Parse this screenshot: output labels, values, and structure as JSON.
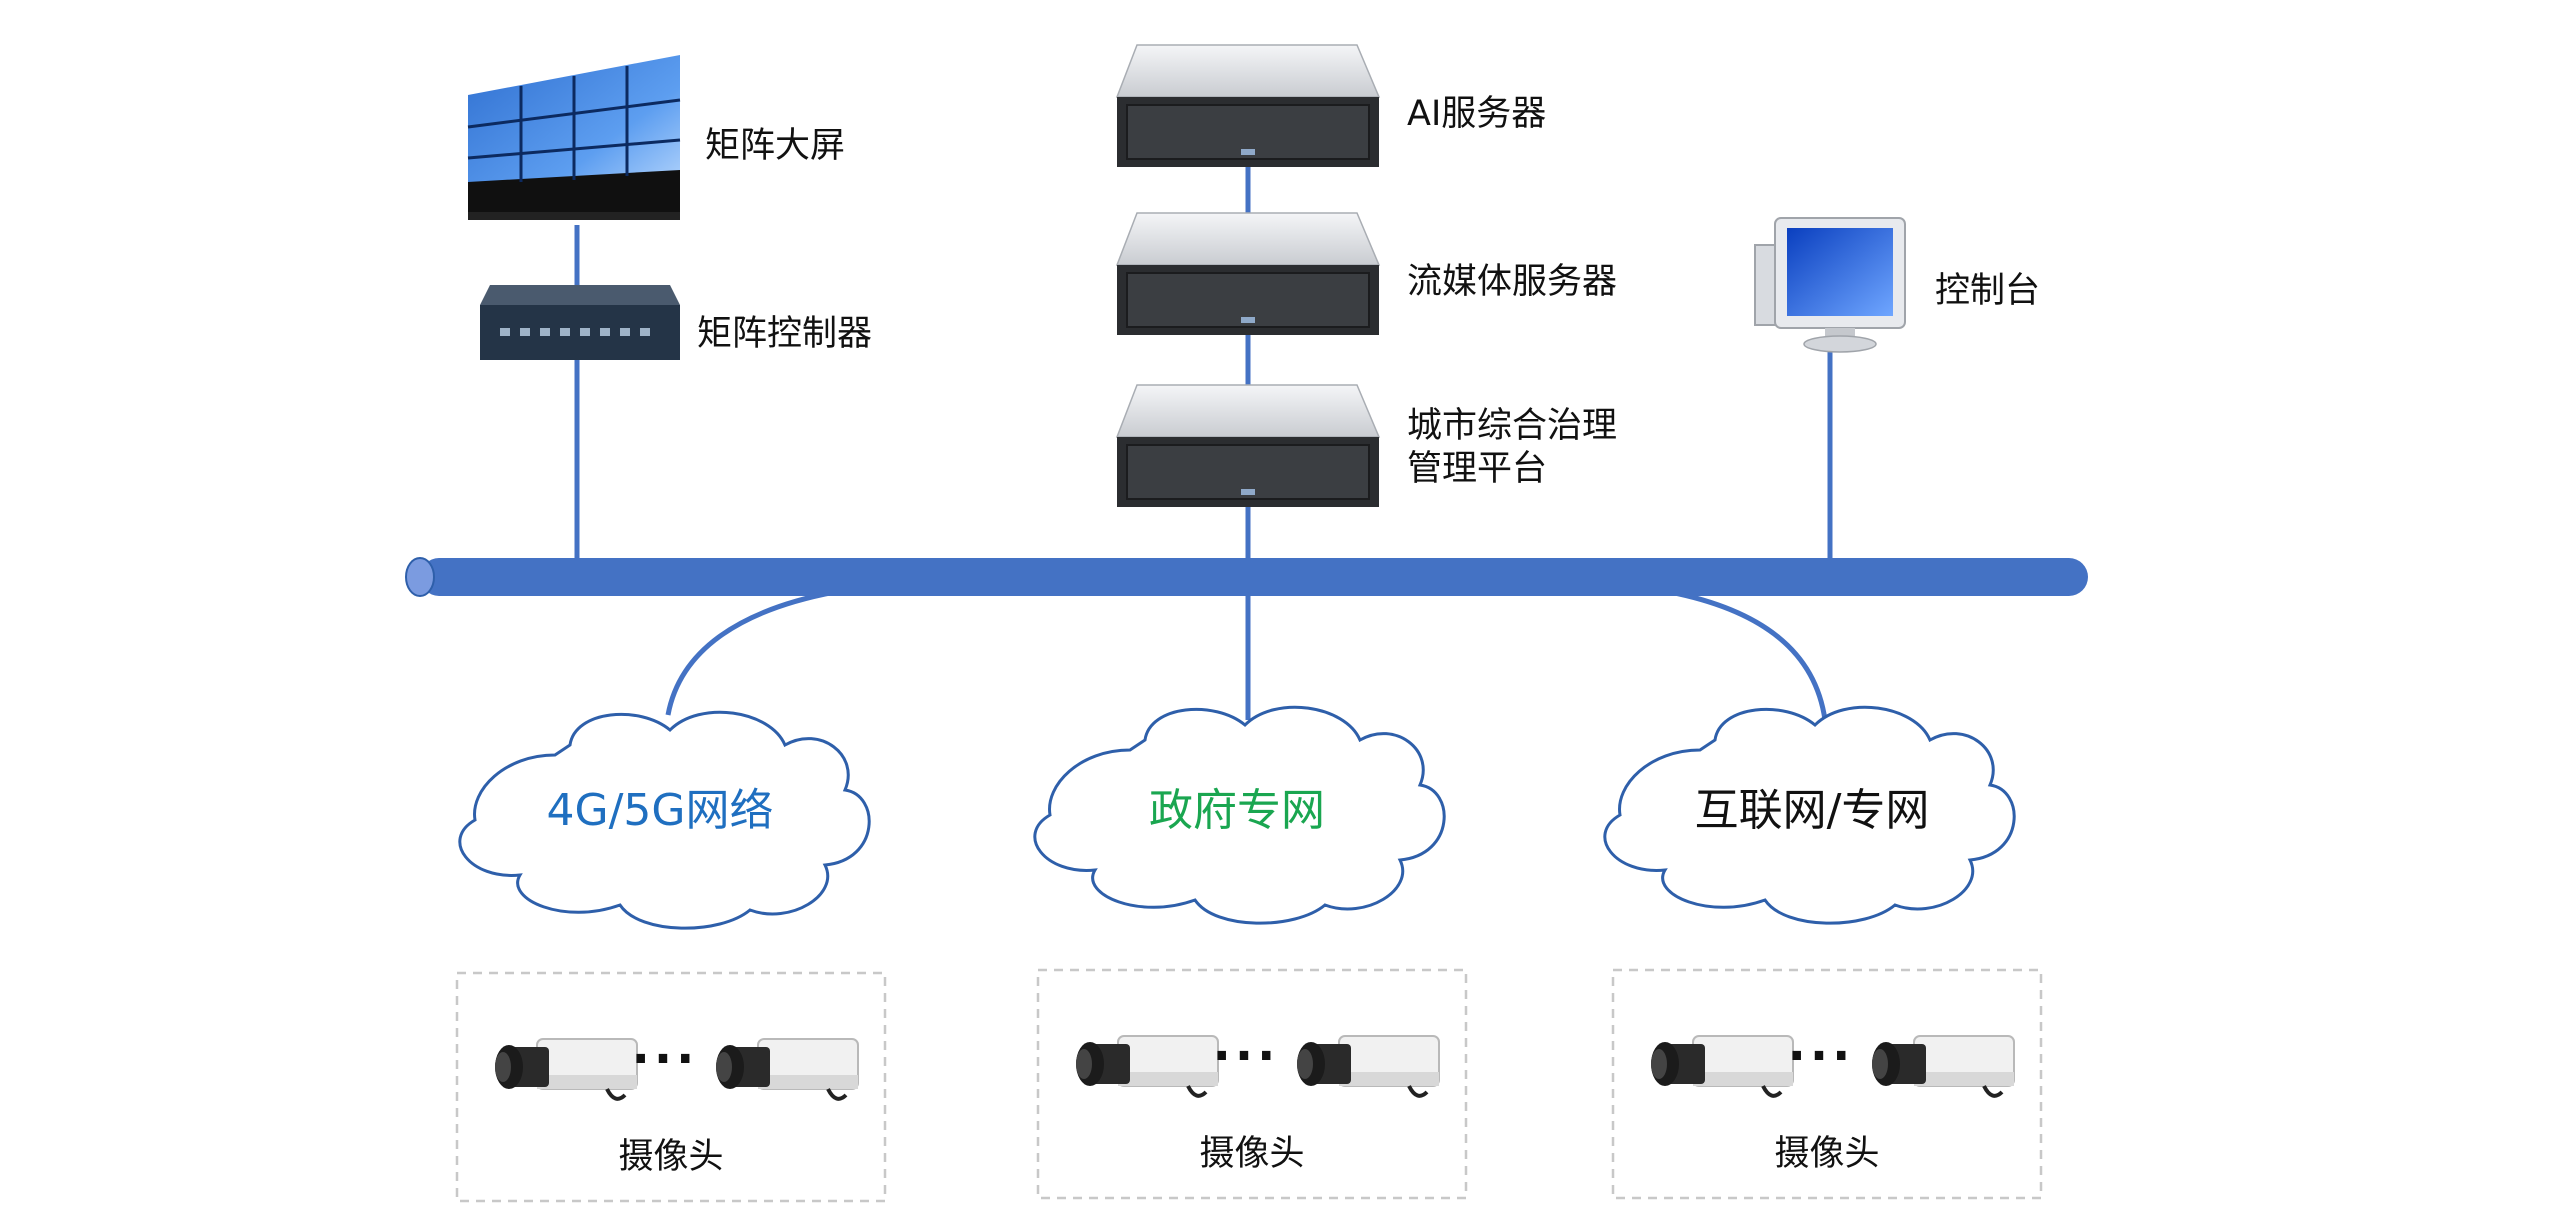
{
  "devices": {
    "matrix_screen": "矩阵大屏",
    "matrix_controller": "矩阵控制器",
    "ai_server": "AI服务器",
    "stream_server": "流媒体服务器",
    "platform_line1": "城市综合治理",
    "platform_line2": "管理平台",
    "console": "控制台"
  },
  "networks": [
    {
      "label": "4G/5G网络",
      "color": "#1f6fc0"
    },
    {
      "label": "政府专网",
      "color": "#1aa650"
    },
    {
      "label": "互联网/专网",
      "color": "#111111"
    }
  ],
  "camera_groups": [
    {
      "label": "摄像头",
      "ellipsis": "···"
    },
    {
      "label": "摄像头",
      "ellipsis": "···"
    },
    {
      "label": "摄像头",
      "ellipsis": "···"
    }
  ],
  "colors": {
    "link": "#4472c4",
    "cloud_stroke": "#2e5faa",
    "bus_fill": "#4472c4"
  }
}
